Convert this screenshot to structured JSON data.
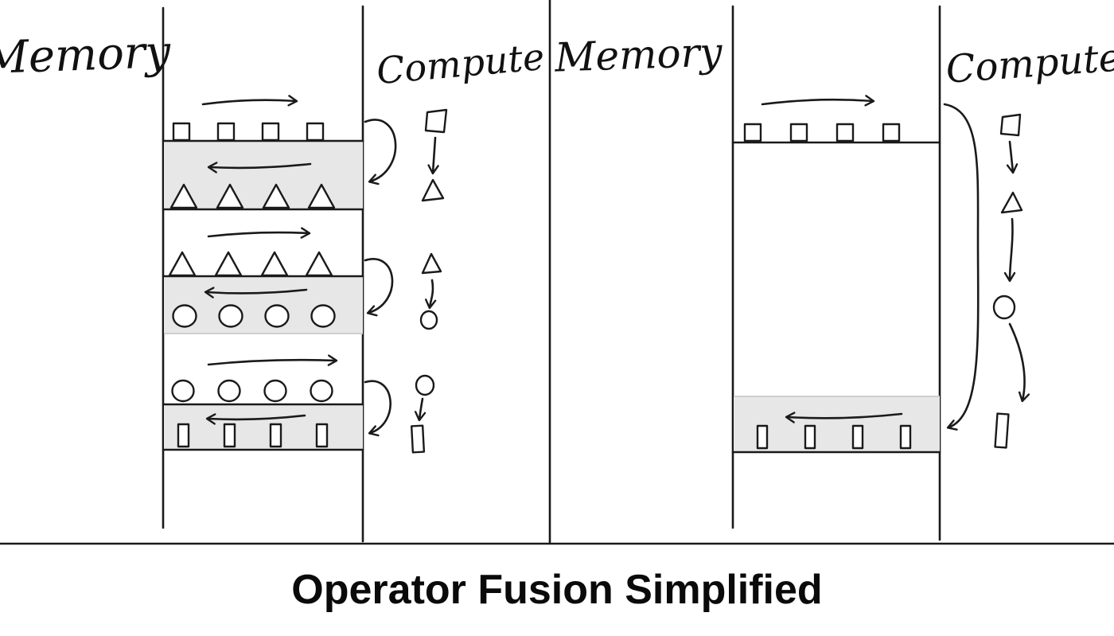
{
  "title": "Operator Fusion Simplified",
  "colors": {
    "ink": "#1a1a1a",
    "band_fill": "#e7e7e7",
    "background": "#ffffff"
  },
  "panels": {
    "left": {
      "memory_label": "Memory",
      "compute_label": "Compute",
      "operations": [
        {
          "reads": "squares",
          "computes": "square-to-triangle",
          "writes": "triangles"
        },
        {
          "reads": "triangles",
          "computes": "triangle-to-circle",
          "writes": "circles"
        },
        {
          "reads": "circles",
          "computes": "circle-to-bar",
          "writes": "bars"
        }
      ],
      "memory_round_trips": 3
    },
    "right": {
      "memory_label": "Memory",
      "compute_label": "Compute",
      "operations": [
        {
          "reads": "squares",
          "computes": "fused square-to-triangle-to-circle-to-bar",
          "writes": "bars"
        }
      ],
      "memory_round_trips": 1
    }
  }
}
